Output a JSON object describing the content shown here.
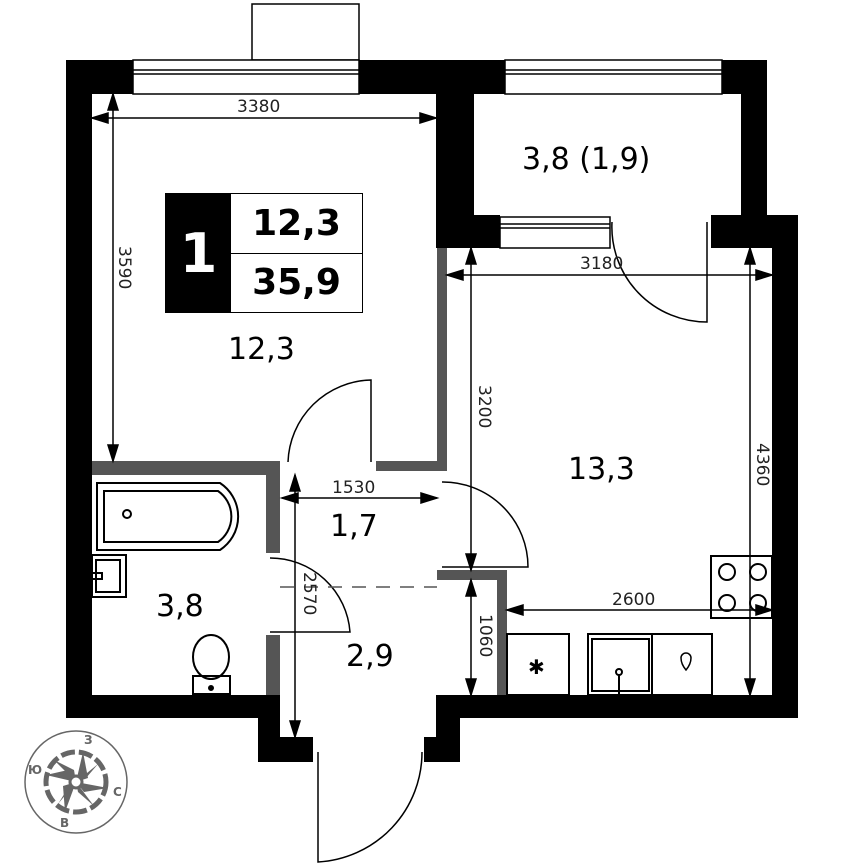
{
  "plan": {
    "rooms_count": "1",
    "living_area": "12,3",
    "total_area": "35,9",
    "rooms": {
      "bedroom": "12,3",
      "balcony": "3,8 (1,9)",
      "kitchen": "13,3",
      "corridor": "1,7",
      "bathroom": "3,8",
      "hall": "2,9"
    },
    "dimensions": {
      "bedroom_width": "3380",
      "bedroom_depth": "3590",
      "kitchen_width": "3180",
      "kitchen_depth_upper": "3200",
      "kitchen_depth_full": "4360",
      "corridor_width": "1530",
      "hall_length": "2570",
      "hall_niche": "1060",
      "kitchen_counter": "2600"
    },
    "compass": {
      "north": "С",
      "south": "Ю",
      "west": "З",
      "east": "В"
    },
    "colors": {
      "wall": "#000000",
      "partition": "#555555",
      "compass": "#666666"
    }
  }
}
